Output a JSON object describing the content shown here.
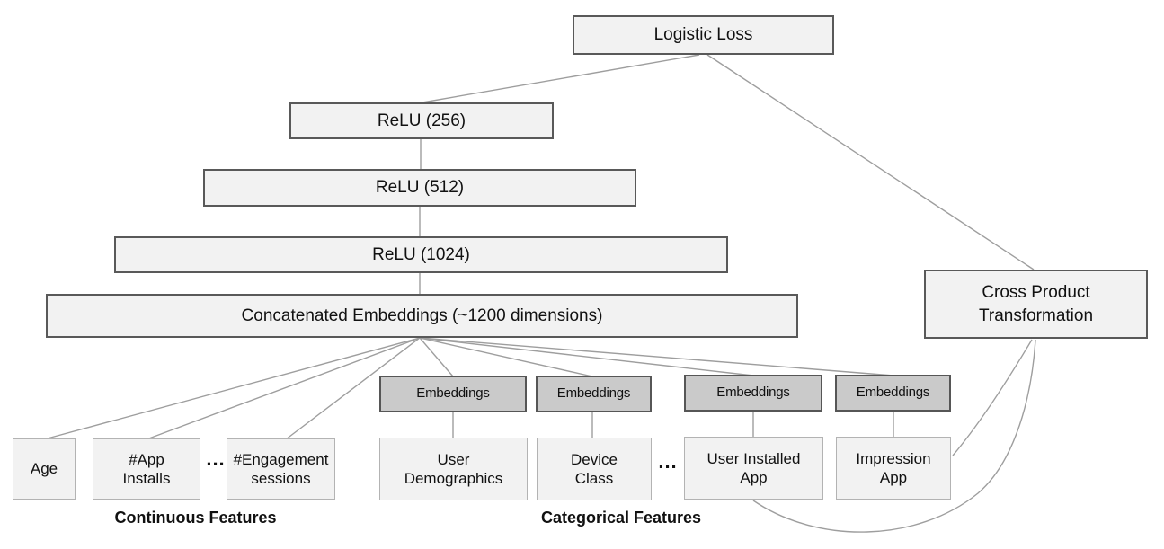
{
  "colors": {
    "box_fill": "#f2f2f2",
    "box_border_dark": "#595959",
    "feature_border_light": "#b3b3b3",
    "embedding_fill": "#cacaca",
    "connector_gray": "#9e9e9e",
    "text": "#111111",
    "background": "#ffffff"
  },
  "nodes": {
    "logistic_loss": {
      "label": "Logistic Loss"
    },
    "relu_256": {
      "label": "ReLU (256)"
    },
    "relu_512": {
      "label": "ReLU (512)"
    },
    "relu_1024": {
      "label": "ReLU (1024)"
    },
    "concatenated_embeddings": {
      "label": "Concatenated Embeddings (~1200 dimensions)"
    },
    "cross_product_transformation": {
      "line1": "Cross Product",
      "line2": "Transformation"
    },
    "embeddings_label": "Embeddings",
    "age": {
      "label": "Age"
    },
    "app_installs": {
      "line1": "#App",
      "line2": "Installs"
    },
    "engagement_sessions": {
      "line1": "#Engagement",
      "line2": "sessions"
    },
    "user_demographics": {
      "line1": "User",
      "line2": "Demographics"
    },
    "device_class": {
      "line1": "Device",
      "line2": "Class"
    },
    "user_installed_app": {
      "line1": "User Installed",
      "line2": "App"
    },
    "impression_app": {
      "line1": "Impression",
      "line2": "App"
    }
  },
  "ellipsis": "...",
  "group_labels": {
    "continuous": "Continuous Features",
    "categorical": "Categorical Features"
  }
}
